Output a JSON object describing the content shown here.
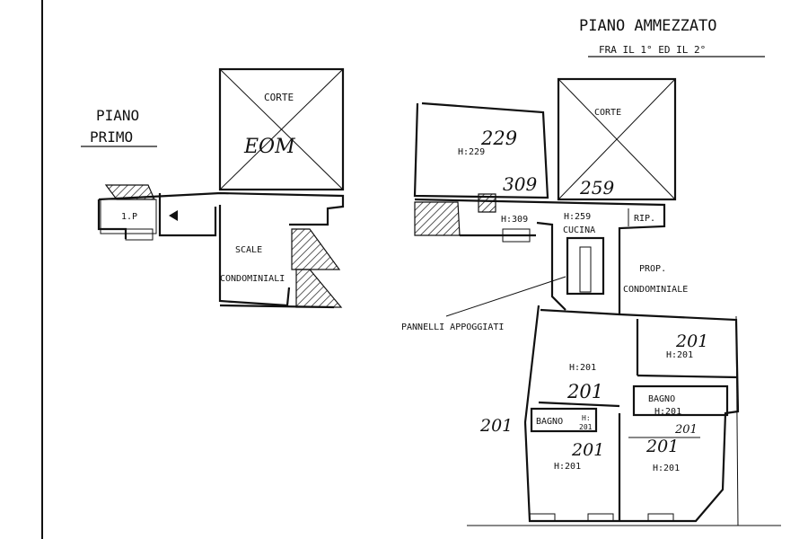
{
  "title": {
    "line1": "PIANO AMMEZZATO",
    "line2": "FRA IL 1° ED IL 2°"
  },
  "left_plan": {
    "floor_label_1": "PIANO",
    "floor_label_2": "PRIMO",
    "courtyard": "CORTE",
    "courtyard_note": "EOM",
    "stairs_1": "SCALE",
    "stairs_2": "CONDOMINIALI",
    "small_room": "1.P"
  },
  "right_plan": {
    "courtyard": "CORTE",
    "room_top_h": "H:229",
    "room_top_note": "229",
    "note_309": "309",
    "note_259": "259",
    "h_309": "H:309",
    "h_259": "H:259",
    "rip": "RIP.",
    "kitchen": "CUCINA",
    "prop_1": "PROP.",
    "prop_2": "CONDOMINIALE",
    "panels": "PANNELLI APPOGGIATI",
    "room_center_h": "H:201",
    "room_center_note": "201",
    "room_right_top_note": "201",
    "room_right_top_h": "H:201",
    "bath_right": "BAGNO",
    "bath_right_h": "H:201",
    "bath_right_note": "201",
    "bath_left": "BAGNO",
    "bath_left_h1": "H:",
    "bath_left_h2": "201",
    "outside_note": "201",
    "room_bl_note": "201",
    "room_bl_h": "H:201",
    "room_br_note": "201",
    "room_br_h": "H:201"
  }
}
